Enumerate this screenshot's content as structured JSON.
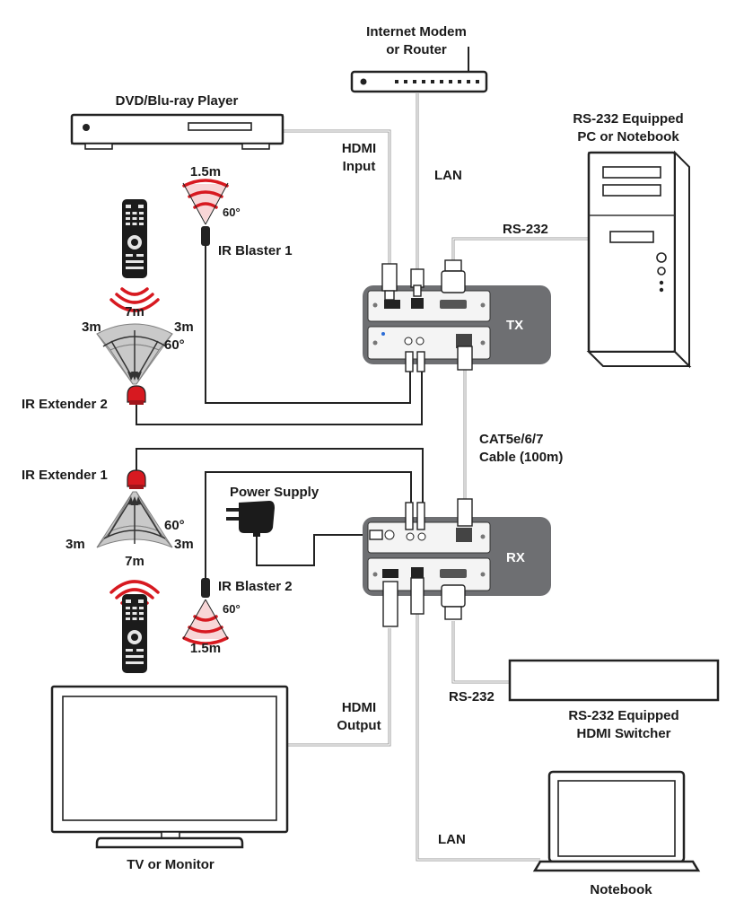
{
  "labels": {
    "modem": [
      "Internet Modem",
      "or Router"
    ],
    "dvd": "DVD/Blu-ray Player",
    "pc": [
      "RS-232 Equipped",
      "PC or Notebook"
    ],
    "hdmi_input": [
      "HDMI",
      "Input"
    ],
    "lan_top": "LAN",
    "rs232_top": "RS-232",
    "ir_blaster1": "IR Blaster 1",
    "ir_extender2": "IR Extender 2",
    "tx": "TX",
    "rx": "RX",
    "cat_cable": [
      "CAT5e/6/7",
      "Cable (100m)"
    ],
    "ir_extender1": "IR Extender 1",
    "power_supply": "Power Supply",
    "ir_blaster2": "IR Blaster 2",
    "hdmi_output": [
      "HDMI",
      "Output"
    ],
    "rs232_bottom": "RS-232",
    "switcher": [
      "RS-232 Equipped",
      "HDMI Switcher"
    ],
    "tv": "TV or Monitor",
    "lan_bottom": "LAN",
    "notebook": "Notebook"
  },
  "measurements": {
    "blaster1_range": "1.5m",
    "blaster1_angle": "60°",
    "extender2_left": "3m",
    "extender2_mid": "7m",
    "extender2_right": "3m",
    "extender2_angle": "60°",
    "extender1_angle": "60°",
    "extender1_left": "3m",
    "extender1_mid": "7m",
    "extender1_right": "3m",
    "blaster2_angle": "60°",
    "blaster2_range": "1.5m"
  },
  "colors": {
    "ir_signal": "#d71920",
    "unit_panel": "#6e6f72",
    "cable_gray": "#999999"
  }
}
